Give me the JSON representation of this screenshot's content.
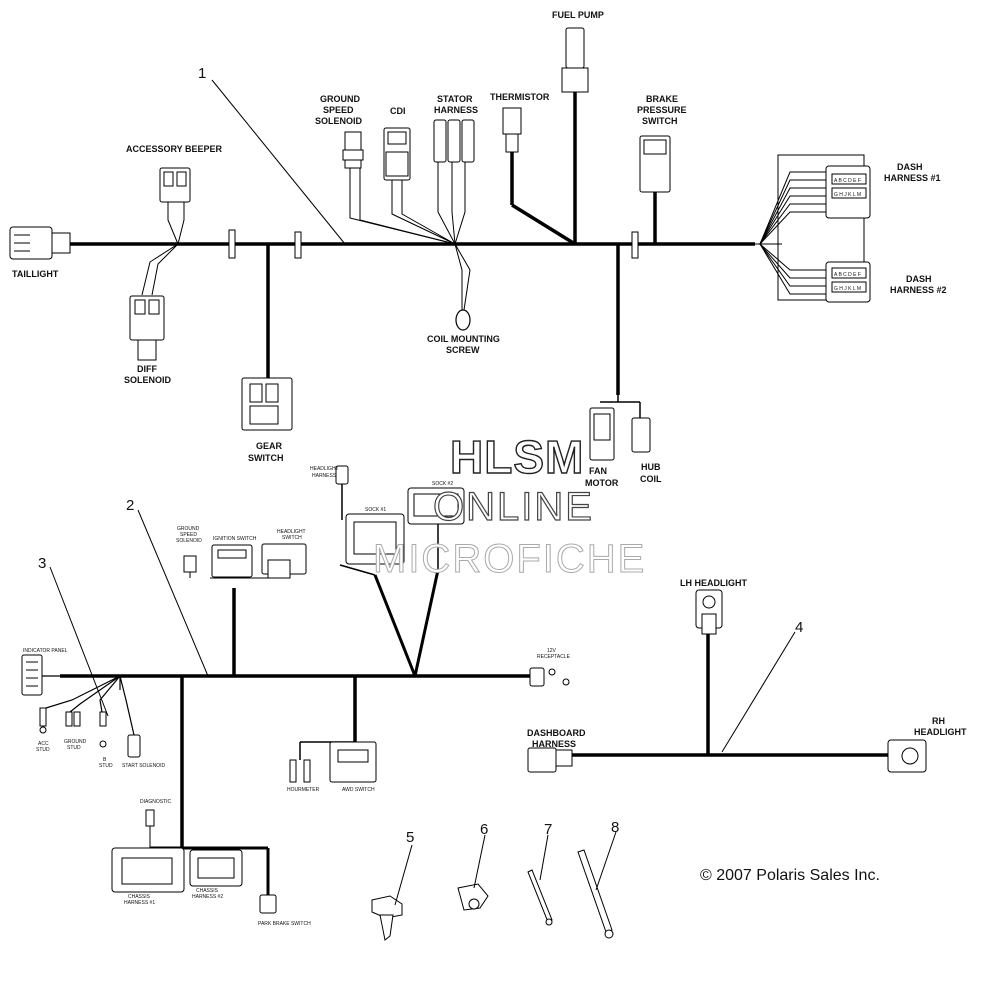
{
  "labels": {
    "fuel_pump": "FUEL PUMP",
    "ground_speed_1": "GROUND",
    "ground_speed_2": "SPEED",
    "ground_speed_3": "SOLENOID",
    "cdi": "CDI",
    "stator_1": "STATOR",
    "stator_2": "HARNESS",
    "thermistor": "THERMISTOR",
    "brake_1": "BRAKE",
    "brake_2": "PRESSURE",
    "brake_3": "SWITCH",
    "accessory_beeper": "ACCESSORY BEEPER",
    "dash1_1": "DASH",
    "dash1_2": "HARNESS #1",
    "dash2_1": "DASH",
    "dash2_2": "HARNESS #2",
    "taillight": "TAILLIGHT",
    "diff_1": "DIFF",
    "diff_2": "SOLENOID",
    "coil_1": "COIL MOUNTING",
    "coil_2": "SCREW",
    "gear_1": "GEAR",
    "gear_2": "SWITCH",
    "fan_1": "FAN",
    "fan_2": "MOTOR",
    "hub_1": "HUB",
    "hub_2": "COIL",
    "lh_headlight": "LH HEADLIGHT",
    "rh_1": "RH",
    "rh_2": "HEADLIGHT",
    "dashboard_1": "DASHBOARD",
    "dashboard_2": "HARNESS"
  },
  "small_labels": {
    "headlight_harness_1": "HEADLIGHT",
    "headlight_harness_2": "HARNESS",
    "sock1": "SOCK #1",
    "sock2": "SOCK #2",
    "gs_1": "GROUND",
    "gs_2": "SPEED",
    "gs_3": "SOLENOID",
    "ignition_switch": "IGNITION SWITCH",
    "headlight_switch_1": "HEADLIGHT",
    "headlight_switch_2": "SWITCH",
    "indicator_panel": "INDICATOR PANEL",
    "receptacle_1": "12V",
    "receptacle_2": "RECEPTACLE",
    "acc_1": "ACC",
    "acc_2": "STUD",
    "ground_stud_1": "GROUND",
    "ground_stud_2": "STUD",
    "b_stud_1": "B",
    "b_stud_2": "STUD",
    "start_solenoid": "START SOLENOID",
    "hourmeter": "HOURMETER",
    "awd_switch": "AWD SWITCH",
    "diagnostic": "DIAGNOSTIC",
    "chassis1_1": "CHASSIS",
    "chassis1_2": "HARNESS #1",
    "chassis2_1": "CHASSIS",
    "chassis2_2": "HARNESS #2",
    "park_brake": "PARK BRAKE SWITCH"
  },
  "dash_connector_letters": {
    "row1": "A B C D E F",
    "row2": "G H J K L M"
  },
  "callouts": [
    "1",
    "2",
    "3",
    "4",
    "5",
    "6",
    "7",
    "8"
  ],
  "watermark": {
    "line1": "HLSM",
    "line2": "ONLINE",
    "line3": "MICROFICHE"
  },
  "copyright": "© 2007 Polaris Sales Inc."
}
